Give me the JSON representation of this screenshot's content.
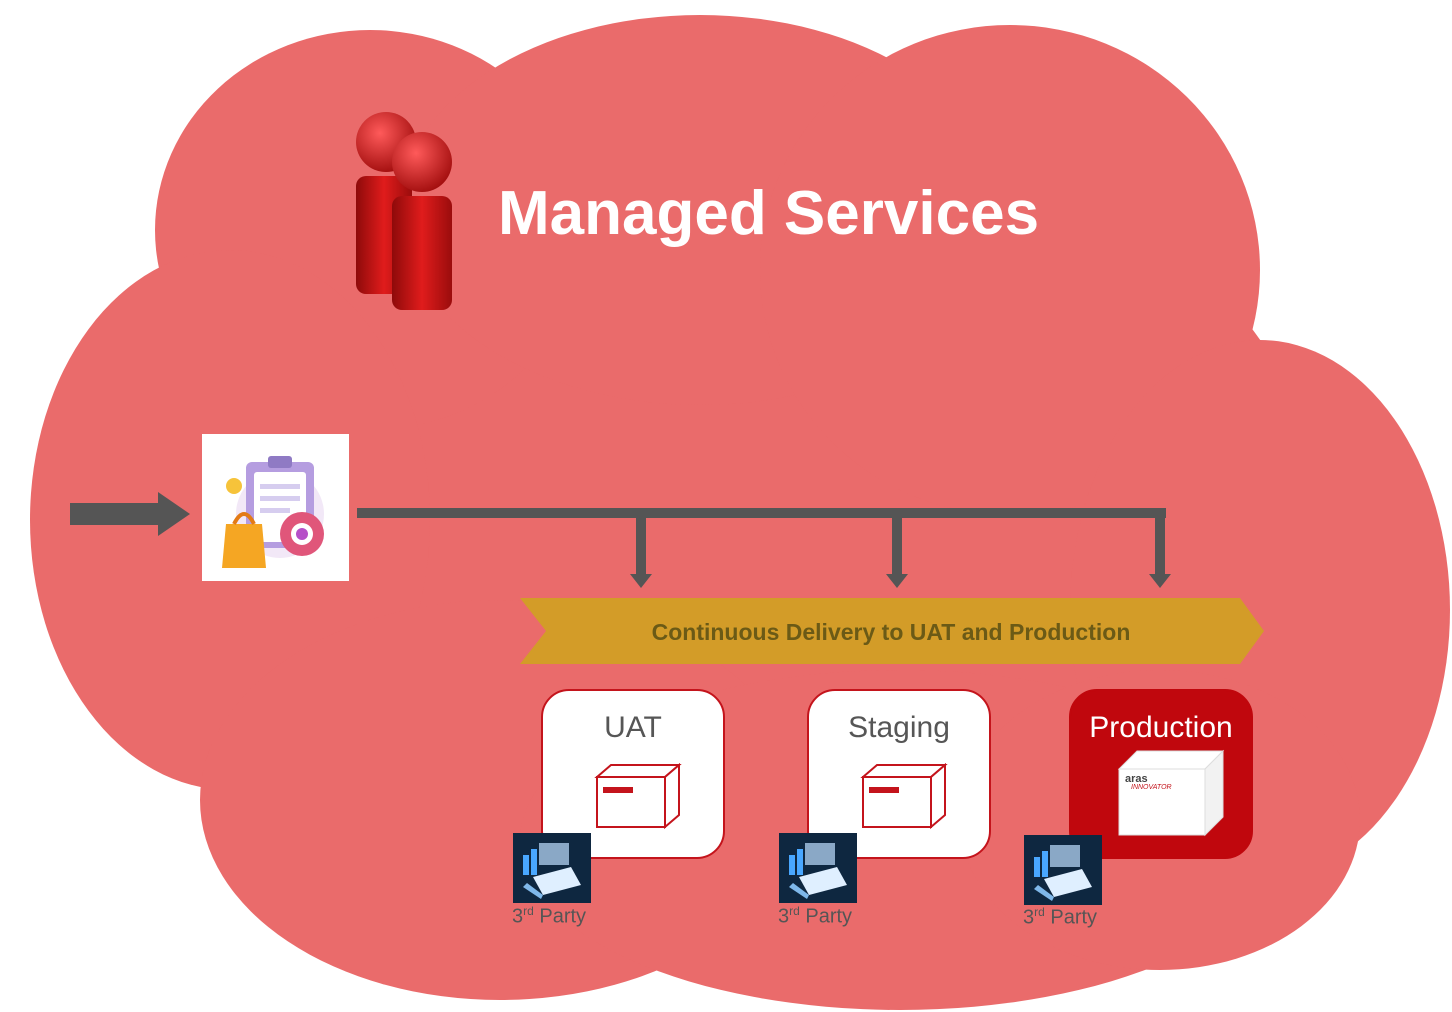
{
  "title": "Managed Services",
  "banner": "Continuous Delivery to UAT and Production",
  "environments": [
    {
      "label": "UAT",
      "style": "light"
    },
    {
      "label": "Staging",
      "style": "light"
    },
    {
      "label": "Production",
      "style": "dark"
    }
  ],
  "product_box": {
    "brand": "aras",
    "sub": "INNOVATOR"
  },
  "third_party": {
    "num": "3",
    "sup": "rd",
    "text": " Party"
  },
  "colors": {
    "cloud": "#ea6b6b",
    "banner": "#d39c28",
    "accent": "#c0070d",
    "arrow": "#555555"
  },
  "icons": [
    "people-icon",
    "product-config-icon",
    "server-box-icon",
    "analytics-laptop-icon",
    "arrow-right-icon"
  ]
}
